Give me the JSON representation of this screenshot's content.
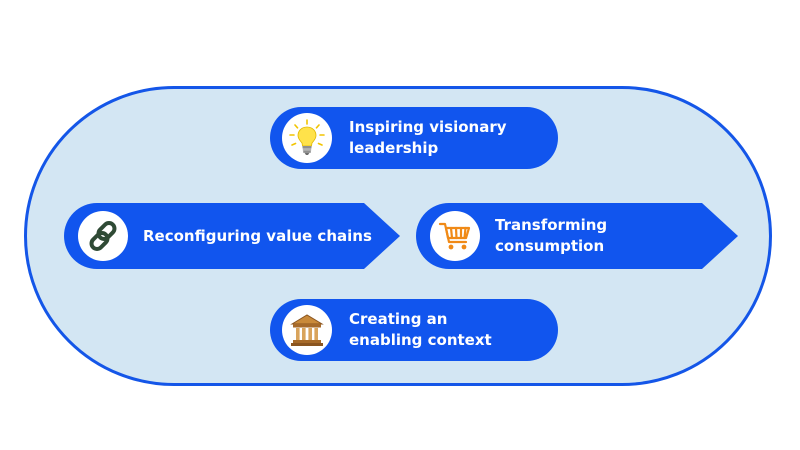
{
  "colors": {
    "track_fill": "#d3e6f3",
    "track_border": "#1456e8",
    "node_fill": "#1155ee",
    "label_text": "#ffffff"
  },
  "nodes": {
    "top": {
      "icon": "lightbulb-icon",
      "line1": "Inspiring visionary",
      "line2": "leadership"
    },
    "left": {
      "icon": "chain-link-icon",
      "line1": "Reconfiguring value chains"
    },
    "right": {
      "icon": "shopping-cart-icon",
      "line1": "Transforming",
      "line2": "consumption"
    },
    "bottom": {
      "icon": "institution-building-icon",
      "line1": "Creating an",
      "line2": "enabling context"
    }
  }
}
